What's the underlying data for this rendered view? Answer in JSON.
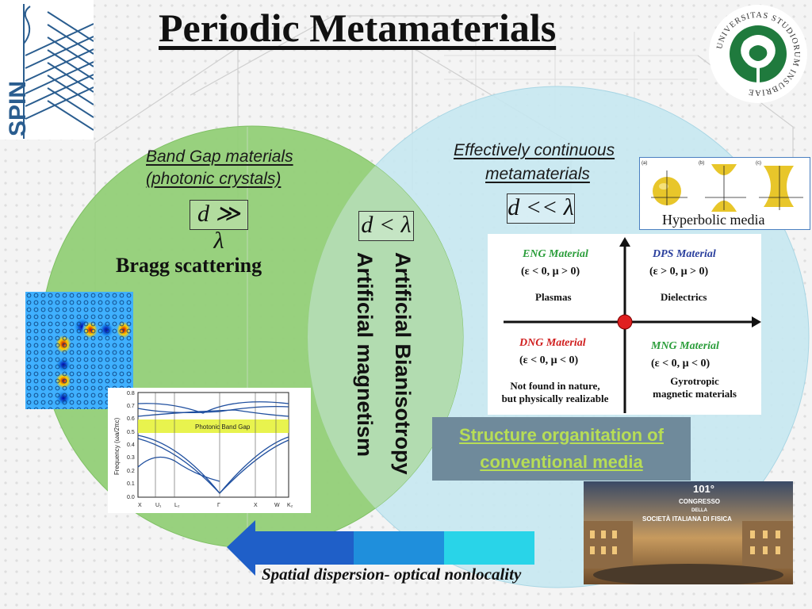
{
  "title": "Periodic Metamaterials",
  "spin_logo_text": "SPIN",
  "university_seal_text": "UNIVERSITAS STUDIORUM INSUBRIAE",
  "left_circle": {
    "caption_line1": "Band Gap materials",
    "caption_line2": "(photonic crystals)",
    "condition": "d ≫ λ",
    "label": "Bragg scattering",
    "color": "#92cf77"
  },
  "right_circle": {
    "caption_line1": "Effectively continuous",
    "caption_line2": "metamaterials",
    "condition": "d << λ",
    "color": "#c7e7f0"
  },
  "overlap": {
    "condition": "d < λ",
    "text1": "Artificial Bianisotropy",
    "text2": "Artificial magnetism"
  },
  "hyperbolic": {
    "label": "Hyperbolic media",
    "panel_labels": [
      "(a)",
      "(b)",
      "(c)"
    ]
  },
  "quadrant": {
    "eng": {
      "title": "ENG Material",
      "cond": "(ε < 0, μ > 0)",
      "desc": "Plasmas"
    },
    "dps": {
      "title": "DPS Material",
      "cond": "(ε > 0, μ > 0)",
      "desc": "Dielectrics"
    },
    "dng": {
      "title": "DNG Material",
      "cond": "(ε < 0, μ < 0)",
      "desc1": "Not found in nature,",
      "desc2": "but physically realizable"
    },
    "mng": {
      "title": "MNG Material",
      "cond": "(ε < 0, μ < 0)",
      "desc1": "Gyrotropic",
      "desc2": "magnetic materials"
    }
  },
  "structure_box": {
    "line1": "Structure organitation of",
    "line2": "conventional media"
  },
  "band_plot": {
    "band_gap_label": "Photonic Band Gap",
    "ylabel": "Frequency (ωa/2πc)",
    "y_ticks": [
      "0.8",
      "0.7",
      "0.6",
      "0.5",
      "0.4",
      "0.3",
      "0.2",
      "0.1",
      "0.0"
    ],
    "x_ticks": [
      "X",
      "U₁",
      "L₂",
      "Γ",
      "X",
      "W",
      "K₂"
    ]
  },
  "congress": {
    "number": "101°",
    "line1": "CONGRESSO",
    "line2": "DELLA",
    "line3": "SOCIETÀ ITALIANA DI FISICA"
  },
  "bottom_caption": "Spatial dispersion- optical nonlocality"
}
